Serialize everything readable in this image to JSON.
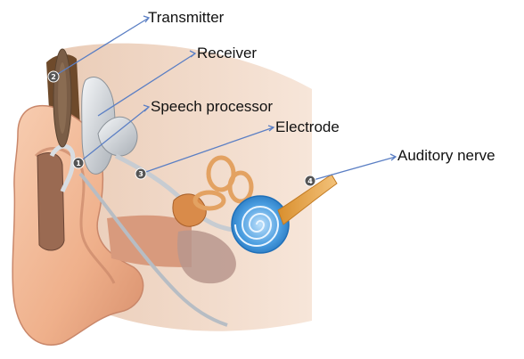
{
  "labels": {
    "transmitter": "Transmitter",
    "receiver": "Receiver",
    "speech_processor": "Speech processor",
    "electrode": "Electrode",
    "auditory_nerve": "Auditory nerve"
  },
  "markers": {
    "m1": "1",
    "m2": "2",
    "m3": "3",
    "m4": "4"
  },
  "colors": {
    "leader_line": "#5b7fc4",
    "marker_fill": "#555555",
    "skin": "#f1b58f",
    "skin_dark": "#c9876a",
    "cochlea": "#3a8fd6",
    "nerve": "#e9a640",
    "device_silver": "#cfd3d8",
    "hair": "#6e4a2b"
  }
}
